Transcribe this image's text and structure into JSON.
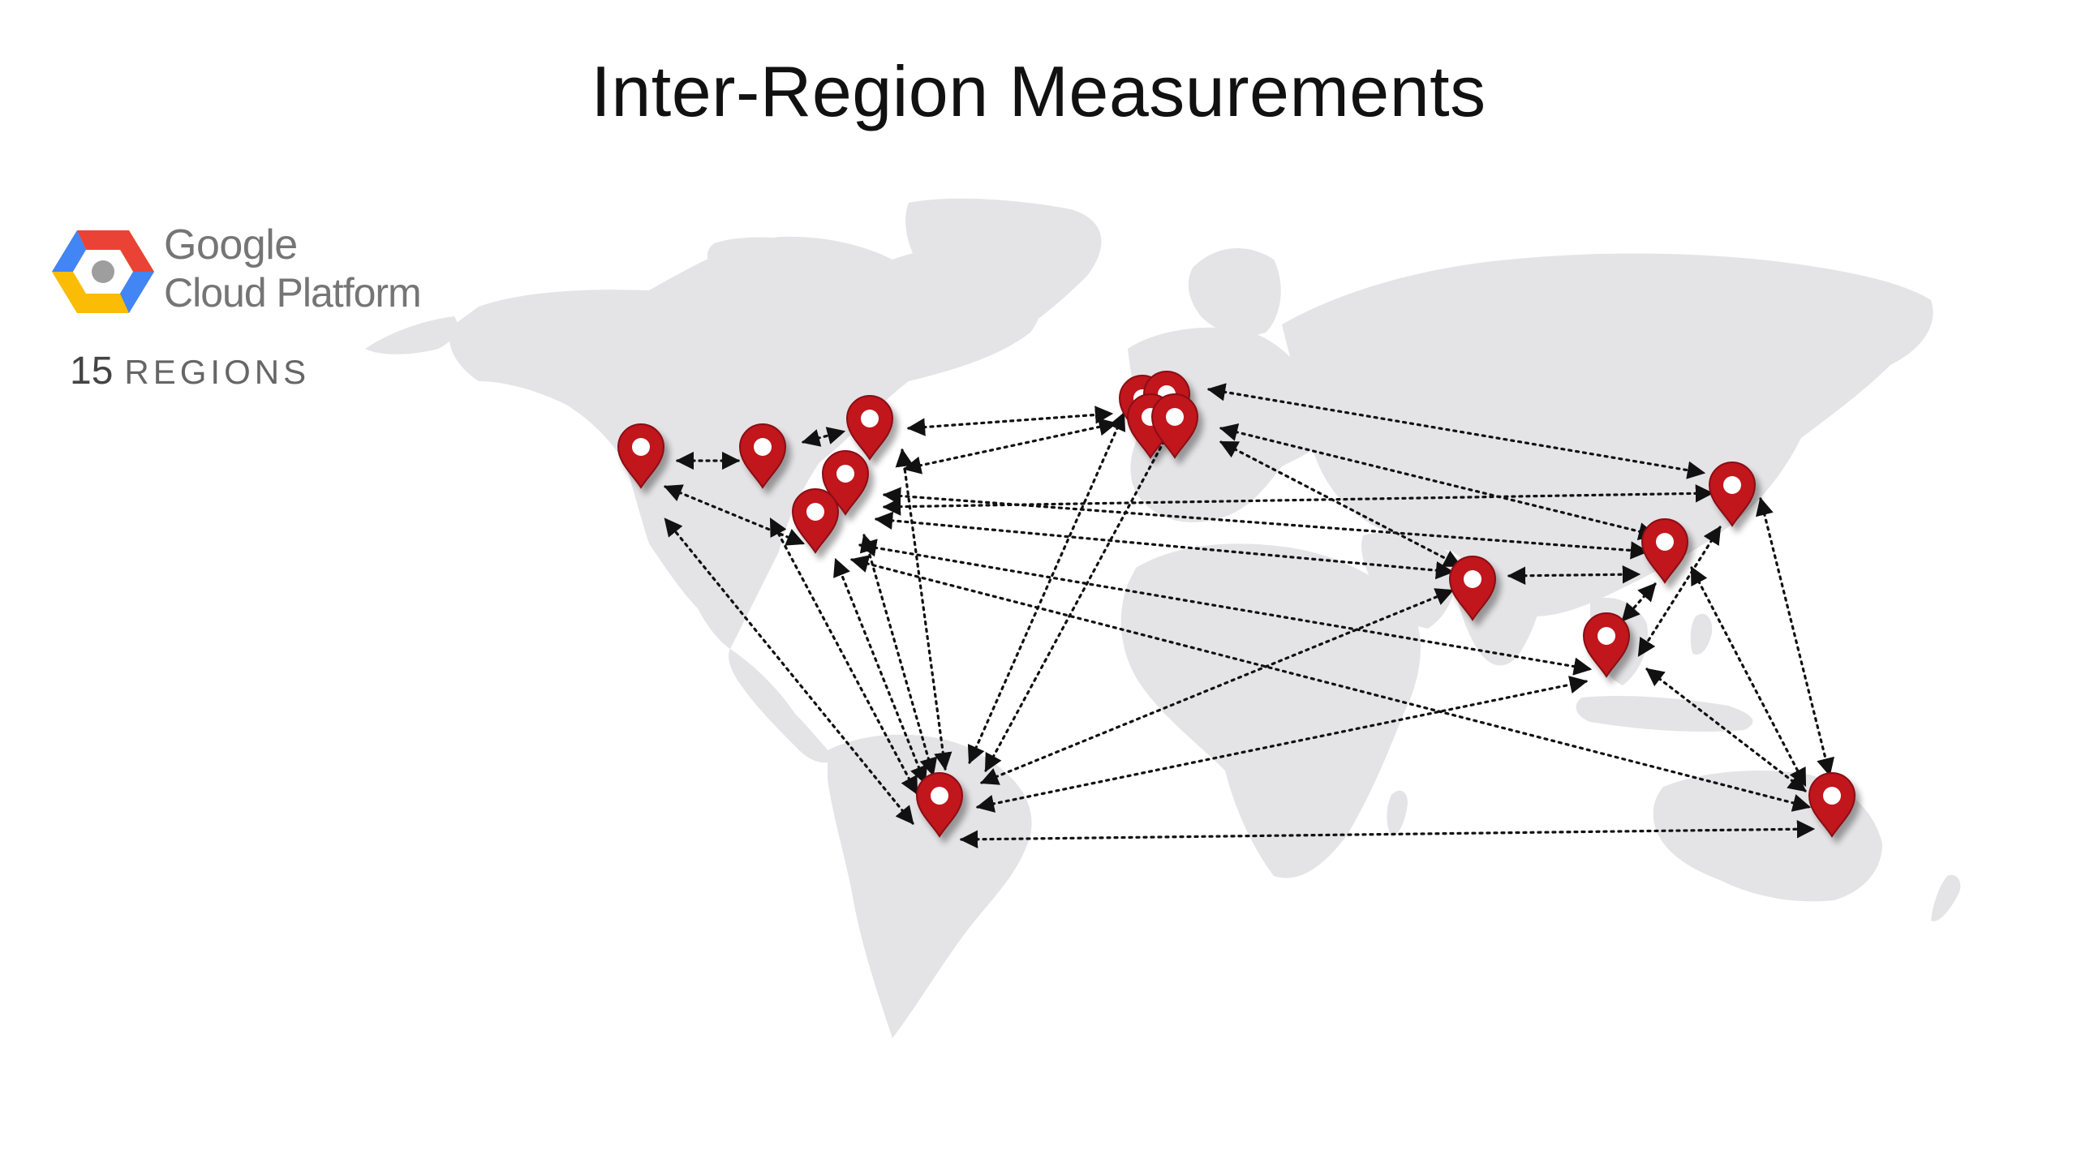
{
  "slide": {
    "title": "Inter-Region Measurements"
  },
  "logo": {
    "line1": "Google",
    "line2": "Cloud Platform",
    "colors": {
      "blue": "#4285f4",
      "red": "#ea4335",
      "yellow": "#fbbc05",
      "grey": "#9e9e9e"
    }
  },
  "regions_label": {
    "count": "15",
    "word": "REGIONS"
  },
  "map": {
    "land_color": "#e4e4e6",
    "marker_color": "#c0161d",
    "marker_dark": "#8a0e12",
    "link_color": "#111111"
  }
}
